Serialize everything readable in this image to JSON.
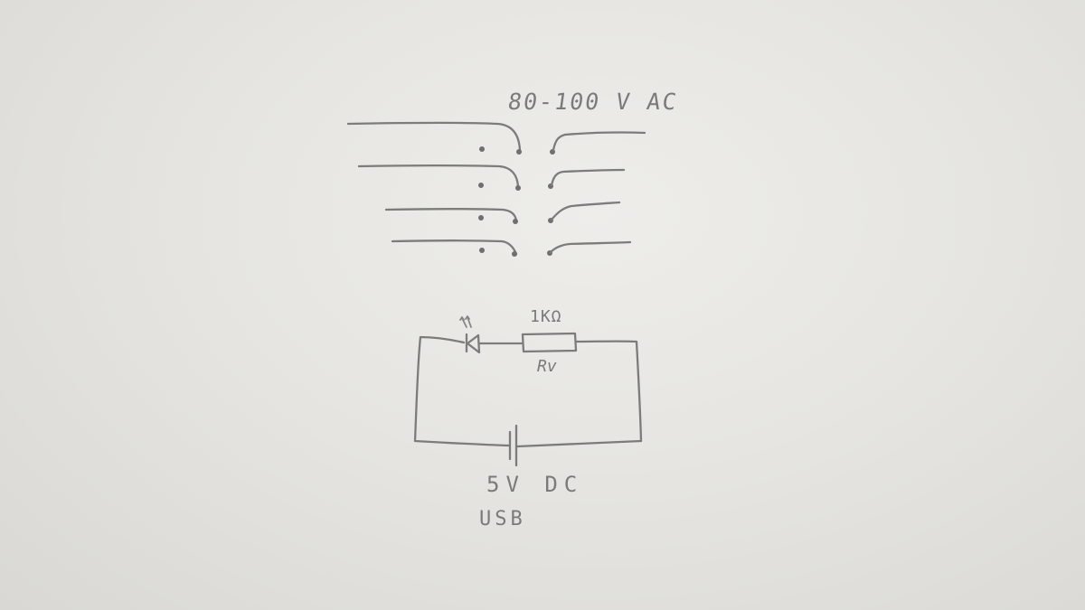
{
  "sketch": {
    "supply_label": "80-100 V AC",
    "resistor_value": "1KΩ",
    "resistor_name": "Rv",
    "source_voltage": "5V DC",
    "source_name": "USB"
  },
  "colors": {
    "paper": "#e6e5e1",
    "pencil": "#7c7c7c"
  },
  "icons": {
    "switch": "spst-switch-icon",
    "led": "led-icon",
    "resistor": "resistor-icon",
    "battery": "dc-source-icon"
  }
}
